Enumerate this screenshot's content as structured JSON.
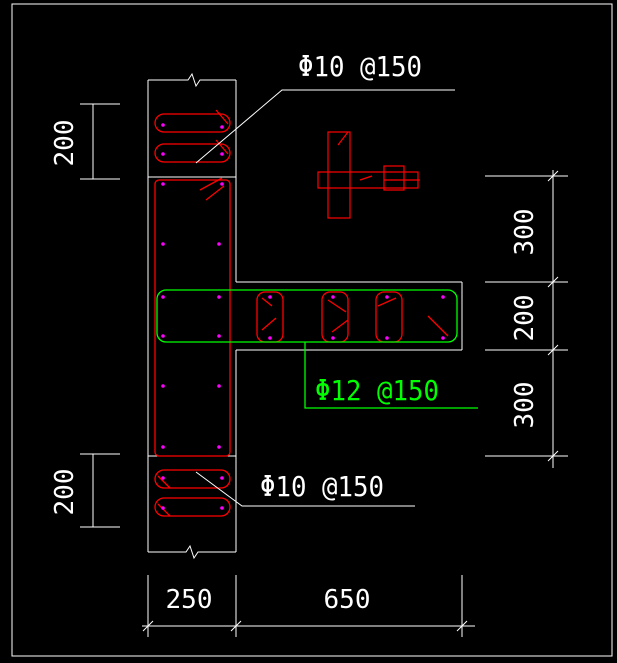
{
  "colors": {
    "background": "#000000",
    "outline": "#ffffff",
    "rebar": "#ff0000",
    "green": "#00ff00",
    "node": "#ff00ff",
    "dimension": "#ffffff"
  },
  "labels": {
    "top_stirrup": "Φ10 @150",
    "bottom_stirrup": "Φ10 @150",
    "flange_stirrup": "Φ12 @150"
  },
  "dimensions": {
    "left_top": "200",
    "left_bottom": "200",
    "right_1": "300",
    "right_2": "200",
    "right_3": "300",
    "bottom_1": "250",
    "bottom_2": "650"
  }
}
